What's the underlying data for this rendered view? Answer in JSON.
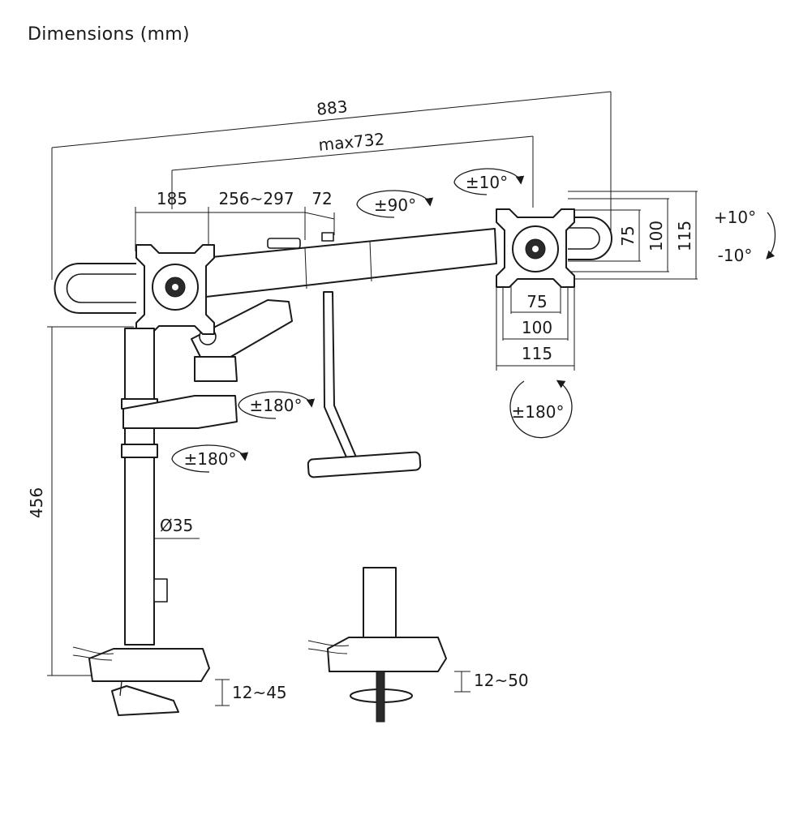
{
  "title": "Dimensions (mm)",
  "dimensions": {
    "total_width": "883",
    "max_span": "max732",
    "plate_offset": "185",
    "arm_range": "256~297",
    "joint_offset": "72",
    "pole_height": "456",
    "pole_diameter": "Ø35",
    "clamp_range": "12~45",
    "grommet_range": "12~50"
  },
  "vesa": {
    "vertical": [
      "75",
      "100",
      "115"
    ],
    "horizontal": [
      "75",
      "100",
      "115"
    ]
  },
  "rotations": {
    "tilt_small": "±10°",
    "swivel_90": "±90°",
    "tilt_up": "+10°",
    "tilt_down": "-10°",
    "rotate_elbow": "±180°",
    "rotate_collar": "±180°",
    "rotate_plate": "±180°"
  }
}
